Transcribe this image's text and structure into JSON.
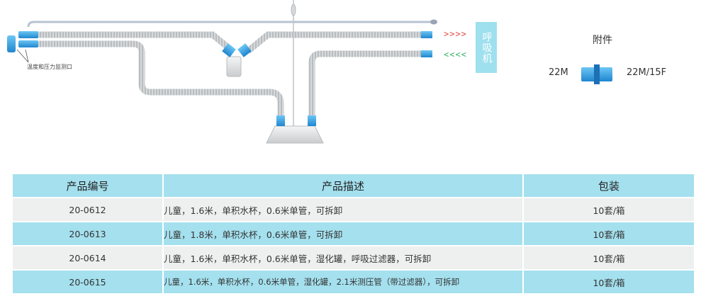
{
  "diagram": {
    "sensor_label": "温度和压力监测口",
    "ventilator_label": "呼吸机",
    "arrows_out": ">>>>",
    "arrows_in": "<<<<",
    "colors": {
      "tube": "#c9ccce",
      "connector": "#3aa3e0",
      "ventilator": "#9fe0ee",
      "arrow_out": "#e34a4a",
      "arrow_in": "#3cae6a"
    }
  },
  "accessory": {
    "title": "附件",
    "left_label": "22M",
    "right_label": "22M/15F"
  },
  "table": {
    "headers": [
      "产品编号",
      "产品描述",
      "包装"
    ],
    "rows": [
      {
        "code": "20-0612",
        "desc": "儿童，1.6米，单积水杯，0.6米单管，可拆卸",
        "pack": "10套/箱"
      },
      {
        "code": "20-0613",
        "desc": "儿童，1.8米，单积水杯，0.6米单管，可拆卸",
        "pack": "10套/箱"
      },
      {
        "code": "20-0614",
        "desc": "儿童，1.6米，单积水杯，0.6米单管，湿化罐，呼吸过滤器，可拆卸",
        "pack": "10套/箱"
      },
      {
        "code": "20-0615",
        "desc": "儿童，1.6米，单积水杯，0.6米单管，湿化罐，2.1米测压管（带过滤器），可拆卸",
        "pack": "10套/箱"
      }
    ]
  }
}
